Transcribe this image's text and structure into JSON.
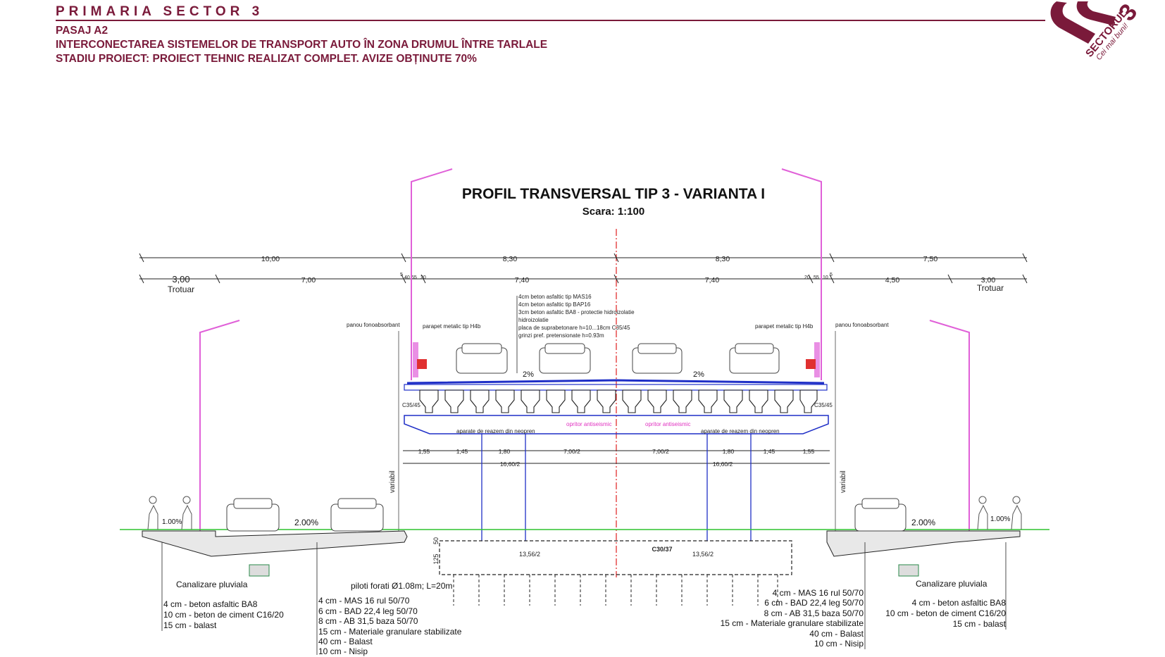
{
  "header": {
    "organization": "PRIMARIA SECTOR 3",
    "project": "PASAJ A2",
    "description": "INTERCONECTAREA SISTEMELOR DE TRANSPORT AUTO ÎN ZONA DRUMUL ÎNTRE TARLALE",
    "status": "STADIU PROIECT: PROIECT TEHNIC REALIZAT COMPLET. AVIZE OBȚINUTE 70%"
  },
  "logo": {
    "name": "SECTORUL",
    "number": "3",
    "tagline": "Cei mai buni!"
  },
  "drawing": {
    "title": "PROFIL TRANSVERSAL TIP 3 - VARIANTA I",
    "scale": "Scara: 1:100",
    "dims_top": [
      "10,00",
      "8,30",
      "8,30",
      "7,50"
    ],
    "dims_second": [
      "3,00",
      "7,00",
      "7,40",
      "7,40",
      "4,50",
      "3,00"
    ],
    "small_dims_left": [
      "5",
      "40",
      "55",
      "20"
    ],
    "small_dims_right": [
      "20",
      "55",
      "10",
      "5"
    ],
    "trotuar_label": "Trotuar",
    "deck_layers": [
      "4cm beton asfaltic tip MAS16",
      "4cm beton asfaltic tip BAP16",
      "3cm beton asfaltic BA8 - protectie hidroizolatie",
      "hidroizolatie",
      "placa de suprabetonare h=10...18cm C35/45",
      "grinzi pref. pretensionate h=0.93m"
    ],
    "panou_label": "panou fonoabsorbant",
    "parapet_label": "parapet metalic tip H4b",
    "slope_deck": "2%",
    "slope_road": "2.00%",
    "slope_sidewalk": "1.00%",
    "aparate_label": "aparate de reazem din neopren",
    "antiseismic_label": "opritor antiseismic",
    "cap_label": "C35/45",
    "dims_bottom": [
      "1,55",
      "1,45",
      "1,80",
      "7,00/2",
      "7,00/2",
      "1,80",
      "1,45",
      "1,55"
    ],
    "dims_half": [
      "16,60/2",
      "16,60/2"
    ],
    "variabil_label": "variabil",
    "foundation_label": "C30/37",
    "foundation_dims": [
      "13,56/2",
      "13,56/2"
    ],
    "foundation_vert": [
      "50",
      "125"
    ],
    "piloti_label": "piloti forati Ø1.08m; L=20m",
    "canalizare_label": "Canalizare pluviala",
    "left_sidewalk_layers": [
      "4 cm - beton asfaltic BA8",
      "10 cm - beton de ciment C16/20",
      "15 cm - balast"
    ],
    "left_road_layers": [
      "4 cm - MAS 16 rul 50/70",
      "6 cm - BAD 22,4 leg 50/70",
      "8 cm - AB 31,5 baza 50/70",
      "15 cm - Materiale granulare stabilizate",
      "40 cm - Balast",
      "10 cm - Nisip"
    ],
    "right_road_layers": [
      "4 cm - MAS 16 rul 50/70",
      "6 cm - BAD 22,4 leg 50/70",
      "8 cm - AB 31,5 baza 50/70",
      "15 cm - Materiale granulare stabilizate",
      "40 cm - Balast",
      "10 cm - Nisip"
    ],
    "right_sidewalk_layers": [
      "4 cm - beton asfaltic BA8",
      "10 cm - beton de ciment C16/20",
      "15 cm - balast"
    ],
    "colors": {
      "brand": "#7a1a3a",
      "deck": "#1f2fc7",
      "pole": "#e060d8",
      "axis": "#e02020",
      "ground": "#2fc42f"
    }
  }
}
